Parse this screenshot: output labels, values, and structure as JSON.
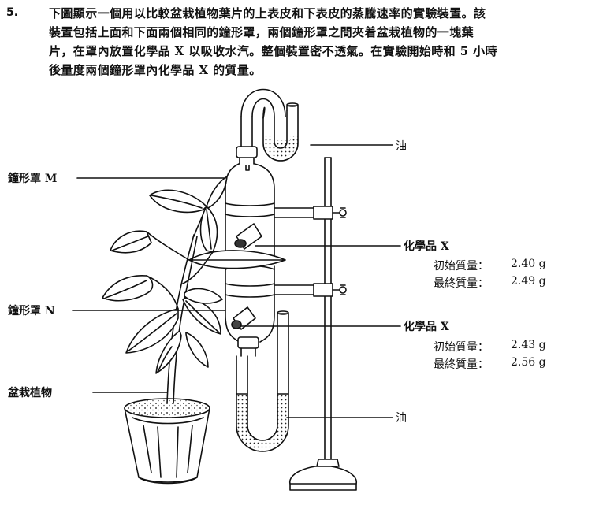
{
  "question": {
    "number": "5.",
    "lines": [
      "下圖顯示一個用以比較盆栽植物葉片的上表皮和下表皮的蒸騰速率的實驗裝置。該",
      "裝置包括上面和下面兩個相同的鐘形罩，兩個鐘形罩之間夾着盆栽植物的一塊葉",
      "片，在罩內放置化學品 X 以吸收水汽。整個裝置密不透氣。在實驗開始時和 5 小時",
      "後量度兩個鐘形罩內化學品 X 的質量。"
    ]
  },
  "labels": {
    "bell_jar_m": "鐘形罩 M",
    "bell_jar_n": "鐘形罩 N",
    "potted_plant": "盆栽植物",
    "oil_top": "油",
    "oil_bottom": "油",
    "chem_top": {
      "title": "化學品 X",
      "initial_label": "初始質量：",
      "initial_value": "2.40 g",
      "final_label": "最終質量：",
      "final_value": "2.49 g"
    },
    "chem_bottom": {
      "title": "化學品 X",
      "initial_label": "初始質量：",
      "initial_value": "2.43 g",
      "final_label": "最終質量：",
      "final_value": "2.56 g"
    }
  }
}
